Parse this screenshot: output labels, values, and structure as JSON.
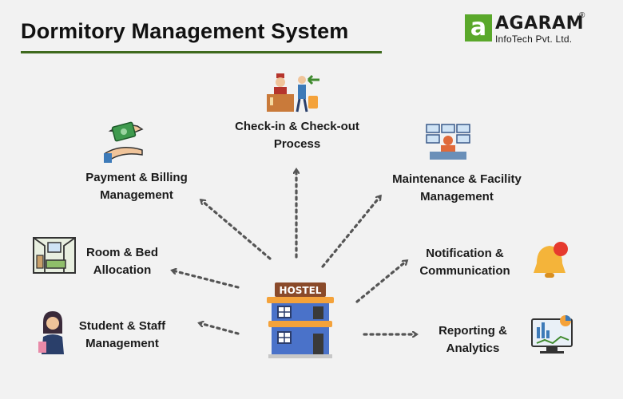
{
  "header": {
    "title": "Dormitory Management System"
  },
  "logo": {
    "mark": "a",
    "name": "AGARAM",
    "registered": "®",
    "subtitle": "InfoTech Pvt. Ltd."
  },
  "center": {
    "sign": "HOSTEL"
  },
  "features": {
    "checkin": {
      "line1": "Check-in & Check-out",
      "line2": "Process"
    },
    "payment": {
      "line1": "Payment & Billing",
      "line2": "Management"
    },
    "maintenance": {
      "line1": "Maintenance & Facility",
      "line2": "Management"
    },
    "room": {
      "line1": "Room & Bed",
      "line2": "Allocation"
    },
    "notification": {
      "line1": "Notification &",
      "line2": "Communication"
    },
    "student": {
      "line1": "Student & Staff",
      "line2": "Management"
    },
    "reporting": {
      "line1": "Reporting &",
      "line2": "Analytics"
    }
  },
  "colors": {
    "accent_green": "#3f6a1e",
    "logo_green": "#5aa82b",
    "arrow": "#555555",
    "building_blue": "#4a72c9",
    "building_orange": "#f4a23a"
  }
}
